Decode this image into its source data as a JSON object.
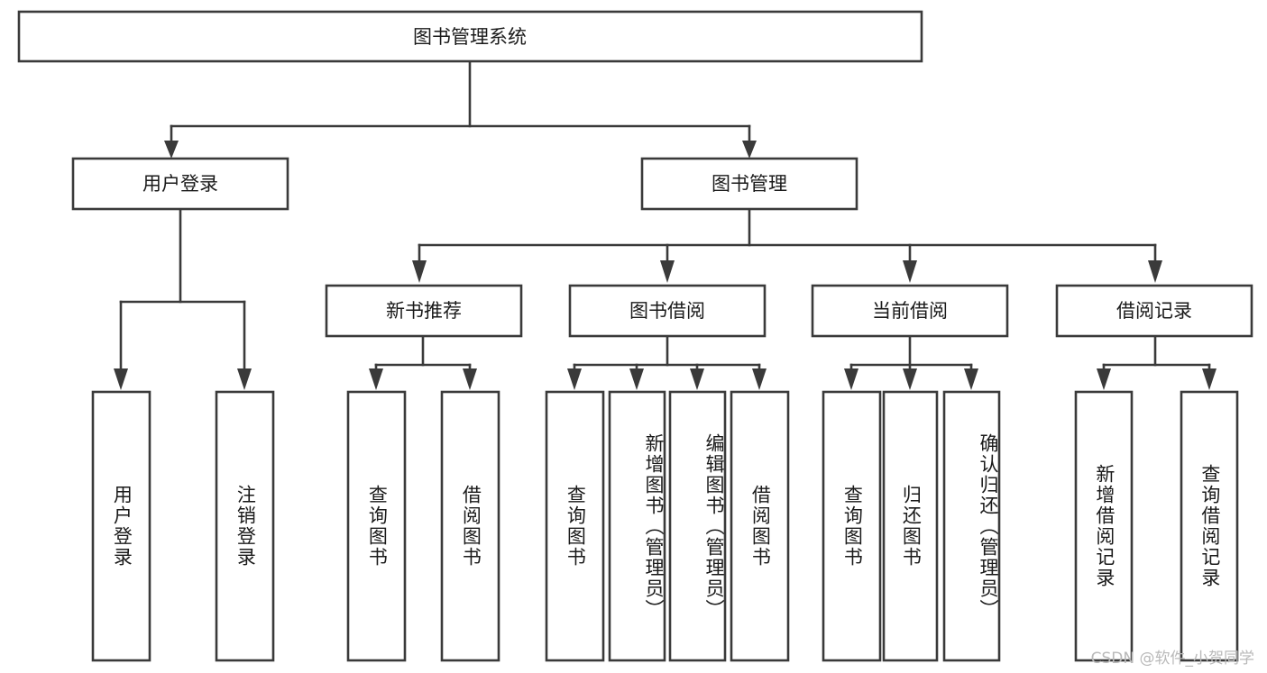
{
  "diagram": {
    "type": "tree-hierarchy-chart",
    "title": "图书管理系统",
    "orientation": "top-down",
    "colors": {
      "box_fill": "#ffffff",
      "box_stroke": "#3a3a3a",
      "connector": "#3a3a3a",
      "text": "#1a1a1a",
      "watermark": "#b9b9b9",
      "background": "#ffffff"
    },
    "root": {
      "id": "root",
      "label": "图书管理系统",
      "text_direction": "horizontal"
    },
    "level2": [
      {
        "id": "user-login",
        "label": "用户登录",
        "text_direction": "horizontal"
      },
      {
        "id": "book-manage",
        "label": "图书管理",
        "text_direction": "horizontal"
      }
    ],
    "level3": [
      {
        "id": "new-book-recommend",
        "label": "新书推荐",
        "parent": "book-manage",
        "text_direction": "horizontal"
      },
      {
        "id": "book-borrow",
        "label": "图书借阅",
        "parent": "book-manage",
        "text_direction": "horizontal"
      },
      {
        "id": "current-borrow",
        "label": "当前借阅",
        "parent": "book-manage",
        "text_direction": "horizontal"
      },
      {
        "id": "borrow-record",
        "label": "借阅记录",
        "parent": "book-manage",
        "text_direction": "horizontal"
      }
    ],
    "leaves": [
      {
        "id": "leaf-user-login",
        "label": "用户登录",
        "parent": "user-login",
        "text_direction": "vertical"
      },
      {
        "id": "leaf-logout-login",
        "label": "注销登录",
        "parent": "user-login",
        "text_direction": "vertical"
      },
      {
        "id": "leaf-query-book-1",
        "label": "查询图书",
        "parent": "new-book-recommend",
        "text_direction": "vertical"
      },
      {
        "id": "leaf-borrow-book-1",
        "label": "借阅图书",
        "parent": "new-book-recommend",
        "text_direction": "vertical"
      },
      {
        "id": "leaf-query-book-2",
        "label": "查询图书",
        "parent": "book-borrow",
        "text_direction": "vertical"
      },
      {
        "id": "leaf-add-book",
        "label": "新增图书（管理员）",
        "parent": "book-borrow",
        "text_direction": "vertical"
      },
      {
        "id": "leaf-edit-book",
        "label": "编辑图书（管理员）",
        "parent": "book-borrow",
        "text_direction": "vertical"
      },
      {
        "id": "leaf-borrow-book-2",
        "label": "借阅图书",
        "parent": "book-borrow",
        "text_direction": "vertical"
      },
      {
        "id": "leaf-query-book-3",
        "label": "查询图书",
        "parent": "current-borrow",
        "text_direction": "vertical"
      },
      {
        "id": "leaf-return-book",
        "label": "归还图书",
        "parent": "current-borrow",
        "text_direction": "vertical"
      },
      {
        "id": "leaf-confirm-return",
        "label": "确认归还（管理员）",
        "parent": "current-borrow",
        "text_direction": "vertical"
      },
      {
        "id": "leaf-add-record",
        "label": "新增借阅记录",
        "parent": "borrow-record",
        "text_direction": "vertical"
      },
      {
        "id": "leaf-query-record",
        "label": "查询借阅记录",
        "parent": "borrow-record",
        "text_direction": "vertical"
      }
    ]
  },
  "watermark": {
    "text": "CSDN @软件_小贺同学"
  }
}
